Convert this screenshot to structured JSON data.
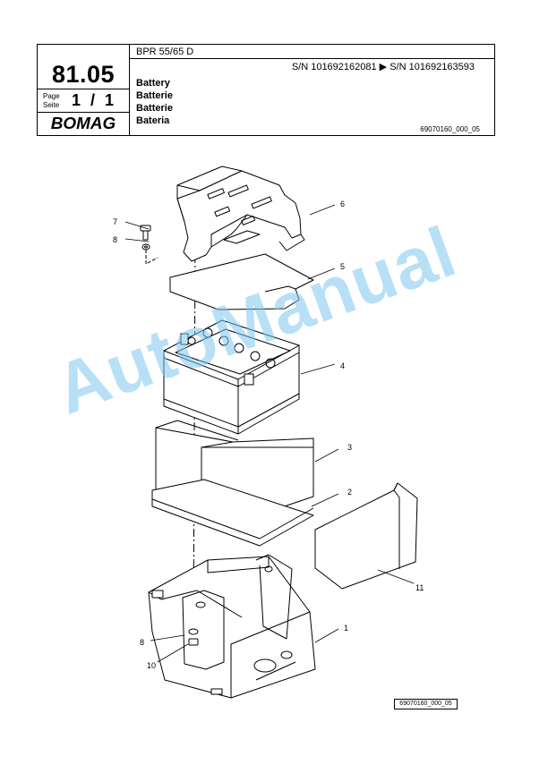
{
  "header": {
    "model": "BPR 55/65 D",
    "serial": "S/N 101692162081  ▶  S/N 101692163593",
    "group": "81.05",
    "page_label_1": "Page",
    "page_label_2": "Seite",
    "page_value": "1 / 1",
    "brand": "BOMAG",
    "titles": [
      "Battery",
      "Batterie",
      "Batterie",
      "Bateria"
    ],
    "doc_number": "69070160_000_05"
  },
  "watermark": "AutoManual",
  "figure_number": "69070160_000_05",
  "callouts": [
    "1",
    "2",
    "3",
    "4",
    "5",
    "6",
    "7",
    "8",
    "8",
    "10",
    "11"
  ]
}
